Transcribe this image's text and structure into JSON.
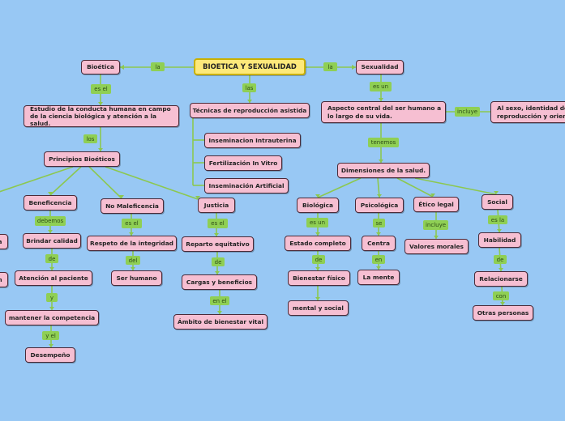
{
  "root": "BIOETICA Y SEXUALIDAD",
  "nodes": {
    "bioetica": "Bioética",
    "estudio": "Estudio de la conducta humana en campo de la ciencia biológica y atención a la salud.",
    "principios": "Principios Bioéticos",
    "beneficencia": "Beneficencia",
    "brindar": "Brindar calidad",
    "atencion": "Atención al paciente",
    "mantener": "mantener la competencia",
    "desempeno": "Desempeño",
    "no_maleficencia": "No Maleficencia",
    "respeto": "Respeto de la integridad",
    "ser_humano": "Ser humano",
    "justicia": "Justicia",
    "reparto": "Reparto equitativo",
    "cargas": "Cargas y beneficios",
    "ambito": "Ámbito de bienestar vital",
    "tecnicas": "Técnicas de reproducción asistida",
    "inseminacion_intra": "Inseminacion Intrauterina",
    "fertilizacion": "Fertilización In Vitro",
    "inseminacion_art": "Inseminación Artificial",
    "sexualidad": "Sexualidad",
    "aspecto": "Aspecto central del ser humano a lo largo de su vida.",
    "al_sexo": "Al sexo, identidad de reproducción y orient",
    "dimensiones": "Dimensiones de la salud.",
    "biologica": "Biológica",
    "estado": "Estado completo",
    "bienestar": "Bienestar físico",
    "mental": "mental y social",
    "psicologica": "Psicológica",
    "centra": "Centra",
    "la_mente": "La mente",
    "etico": "Ético legal",
    "valores": "Valores morales",
    "social": "Social",
    "habilidad": "Habilidad",
    "relacionarse": "Relacionarse",
    "otras": "Otras personas",
    "edge_a": "a",
    "edge_n": "n"
  },
  "labels": {
    "la_left": "la",
    "la_right": "la",
    "es_el_1": "es el",
    "los": "los",
    "las": "las",
    "es_un_1": "es un",
    "incluye_1": "incluye",
    "tenemos": "tenemos",
    "debemos": "debemos",
    "de_1": "de",
    "y": "y",
    "y_el": "y el",
    "es_el_2": "es el",
    "del": "del",
    "es_el_3": "es el",
    "de_2": "de",
    "en_el": "en el",
    "es_un_2": "es un",
    "de_3": "de",
    "se": "se",
    "en": "en",
    "incluye_2": "incluye",
    "es_la": "es la",
    "de_4": "de",
    "con": "con"
  },
  "colors": {
    "background": "#98c8f4",
    "node": "#f6bfd2",
    "root": "#fde97a",
    "label": "#8fcf54",
    "edge": "#8cc850"
  }
}
